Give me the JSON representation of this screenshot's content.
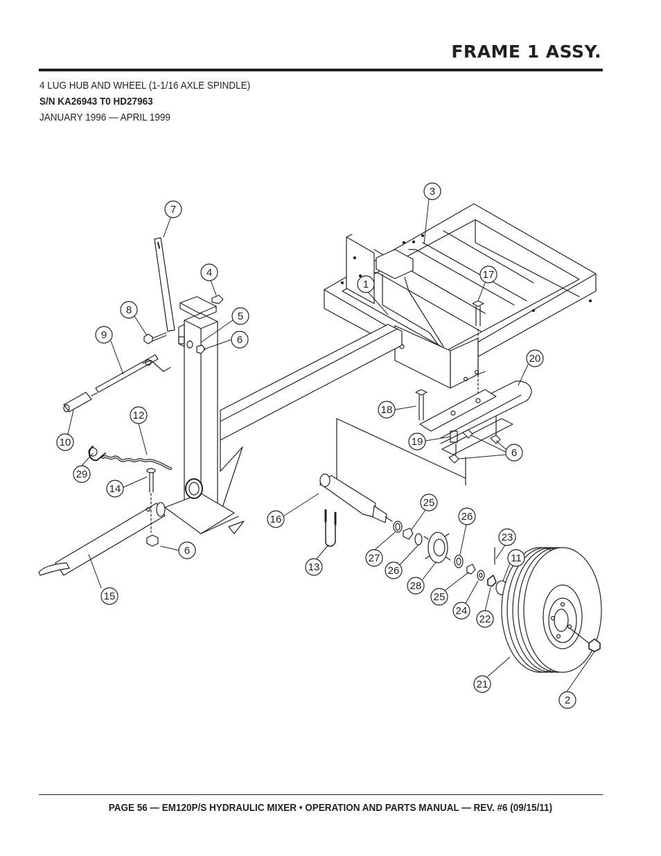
{
  "header": {
    "title": "FRAME 1 ASSY.",
    "line1": "4 LUG HUB AND WHEEL (1-1/16 AXLE SPINDLE)",
    "line2": "S/N KA26943 T0 HD27963",
    "line3": "JANUARY 1996 — APRIL 1999"
  },
  "callouts": {
    "c1": "1",
    "c2": "2",
    "c3": "3",
    "c4": "4",
    "c5": "5",
    "c6a": "6",
    "c6b": "6",
    "c6c": "6",
    "c7": "7",
    "c8": "8",
    "c9": "9",
    "c10": "10",
    "c11": "11",
    "c12": "12",
    "c13": "13",
    "c14": "14",
    "c15": "15",
    "c16": "16",
    "c17": "17",
    "c18": "18",
    "c19": "19",
    "c20": "20",
    "c21": "21",
    "c22": "22",
    "c23": "23",
    "c24": "24",
    "c25a": "25",
    "c25b": "25",
    "c26a": "26",
    "c26b": "26",
    "c27": "27",
    "c28": "28",
    "c29": "29"
  },
  "footer": {
    "text": "PAGE 56 — EM120P/S HYDRAULIC MIXER • OPERATION AND PARTS MANUAL — REV. #6 (09/15/11)"
  }
}
